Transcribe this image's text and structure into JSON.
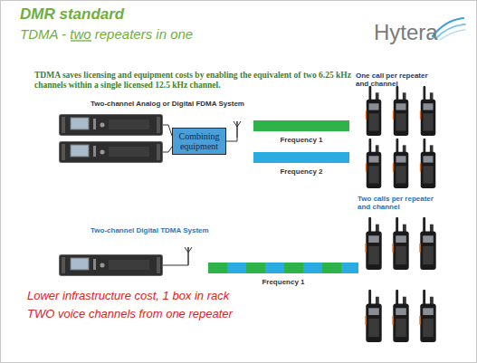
{
  "diagram": {
    "title": "DMR standard",
    "nodes": [
      {
        "text": [
          "Combining equipment"
        ]
      },
      {
        "text": [
          "Frequency 1"
        ]
      },
      {
        "text": [
          "Frequency 2"
        ]
      },
      {
        "text": [
          "Frequency 1"
        ]
      }
    ],
    "labels": [
      "TDMA - two repeaters in one",
      "Hytera",
      "TDMA saves licensing and equipment costs by enabling the equivalent of two 6.25 kHz channels within a single licensed 12.5 kHz channel.",
      "One call per repeater and channel",
      "Two-channel Analog or Digital FDMA System",
      "Two calls per repeater and channel",
      "Two-channel Digital TDMA System",
      "Lower infrastructure cost, 1 box in rack",
      "TWO voice channels from one repeater"
    ]
  }
}
